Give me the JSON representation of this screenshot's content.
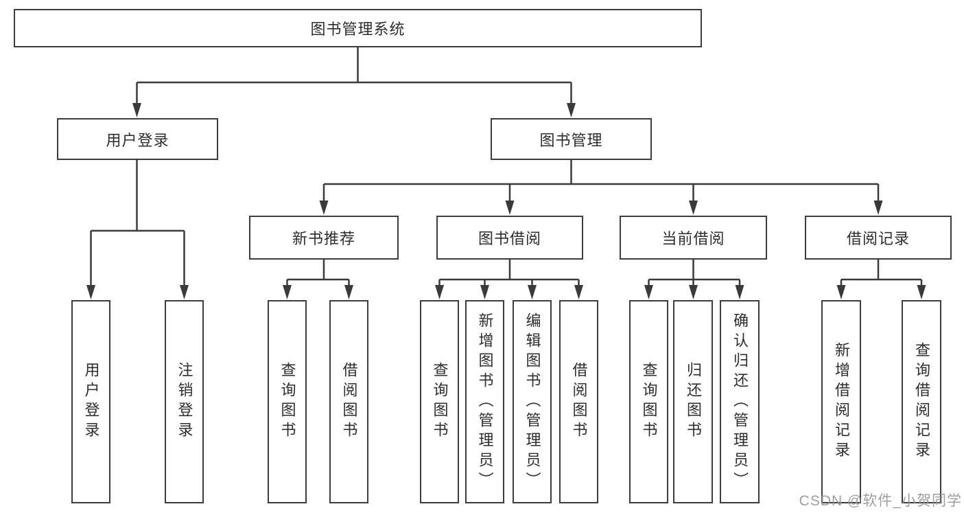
{
  "diagram": {
    "title": "图书管理系统",
    "branches": [
      {
        "label": "用户登录",
        "children": [
          {
            "label": "用户登录"
          },
          {
            "label": "注销登录"
          }
        ]
      },
      {
        "label": "图书管理",
        "children": [
          {
            "label": "新书推荐",
            "children": [
              {
                "label": "查询图书"
              },
              {
                "label": "借阅图书"
              }
            ]
          },
          {
            "label": "图书借阅",
            "children": [
              {
                "label": "查询图书"
              },
              {
                "label": "新增图书（管理员）"
              },
              {
                "label": "编辑图书（管理员）"
              },
              {
                "label": "借阅图书"
              }
            ]
          },
          {
            "label": "当前借阅",
            "children": [
              {
                "label": "查询图书"
              },
              {
                "label": "归还图书"
              },
              {
                "label": "确认归还（管理员）"
              }
            ]
          },
          {
            "label": "借阅记录",
            "children": [
              {
                "label": "新增借阅记录"
              },
              {
                "label": "查询借阅记录"
              }
            ]
          }
        ]
      }
    ]
  },
  "watermark": {
    "text": "CSDN @软件_小贺同学",
    "color": "#919498"
  },
  "style": {
    "line_color": "#3a3a3a",
    "border_color": "#3c3c3c",
    "text_color": "#2d2d2d",
    "background": "#ffffff"
  }
}
